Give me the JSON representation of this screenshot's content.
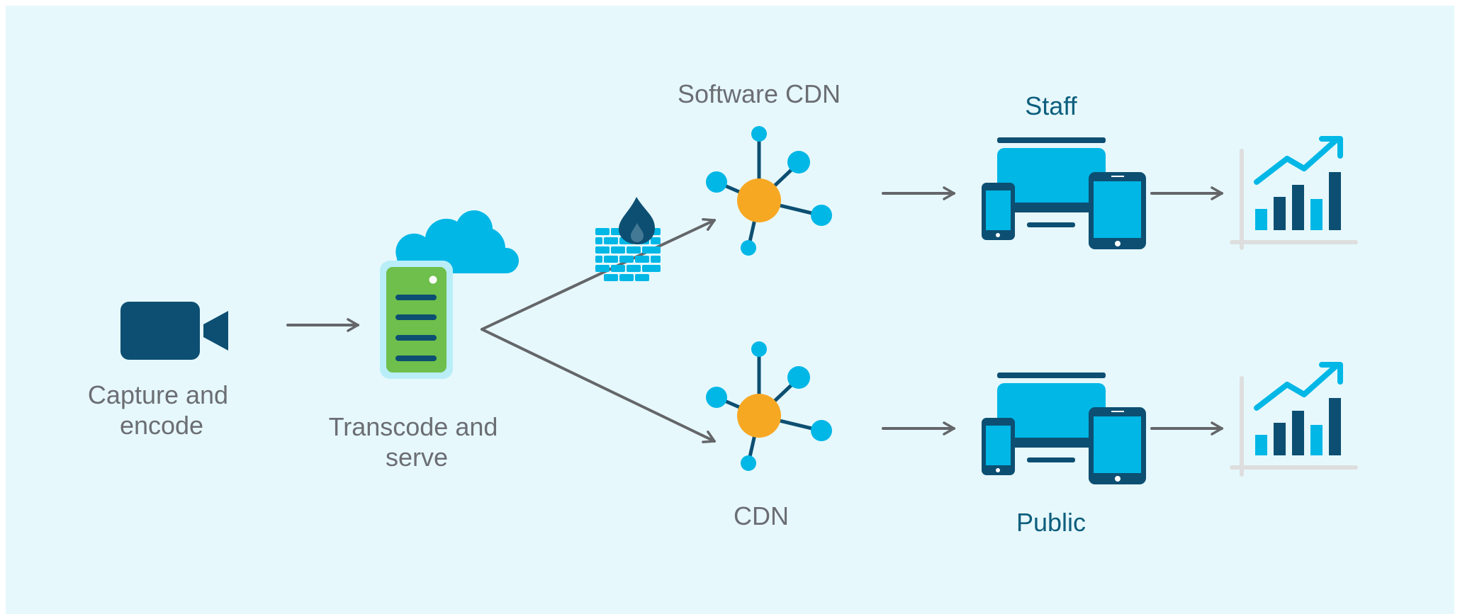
{
  "colors": {
    "background": "#e6f8fc",
    "dark_navy": "#0d4f72",
    "light_blue": "#00b7e6",
    "green": "#6ebf4b",
    "orange": "#f7a823",
    "arrow_gray": "#646669",
    "axis_gray": "#dedede"
  },
  "labels": {
    "capture": [
      "Capture and",
      "encode"
    ],
    "transcode": [
      "Transcode and",
      "serve"
    ],
    "software_cdn": "Software CDN",
    "cdn": "CDN",
    "staff": "Staff",
    "public": "Public"
  },
  "icons": {
    "capture": "video-camera-icon",
    "transcode": "server-icon",
    "cloud": "cloud-icon",
    "firewall": "firewall-icon",
    "cdn_node": "network-hub-icon",
    "devices": "multi-device-icon",
    "analytics": "analytics-chart-icon"
  }
}
